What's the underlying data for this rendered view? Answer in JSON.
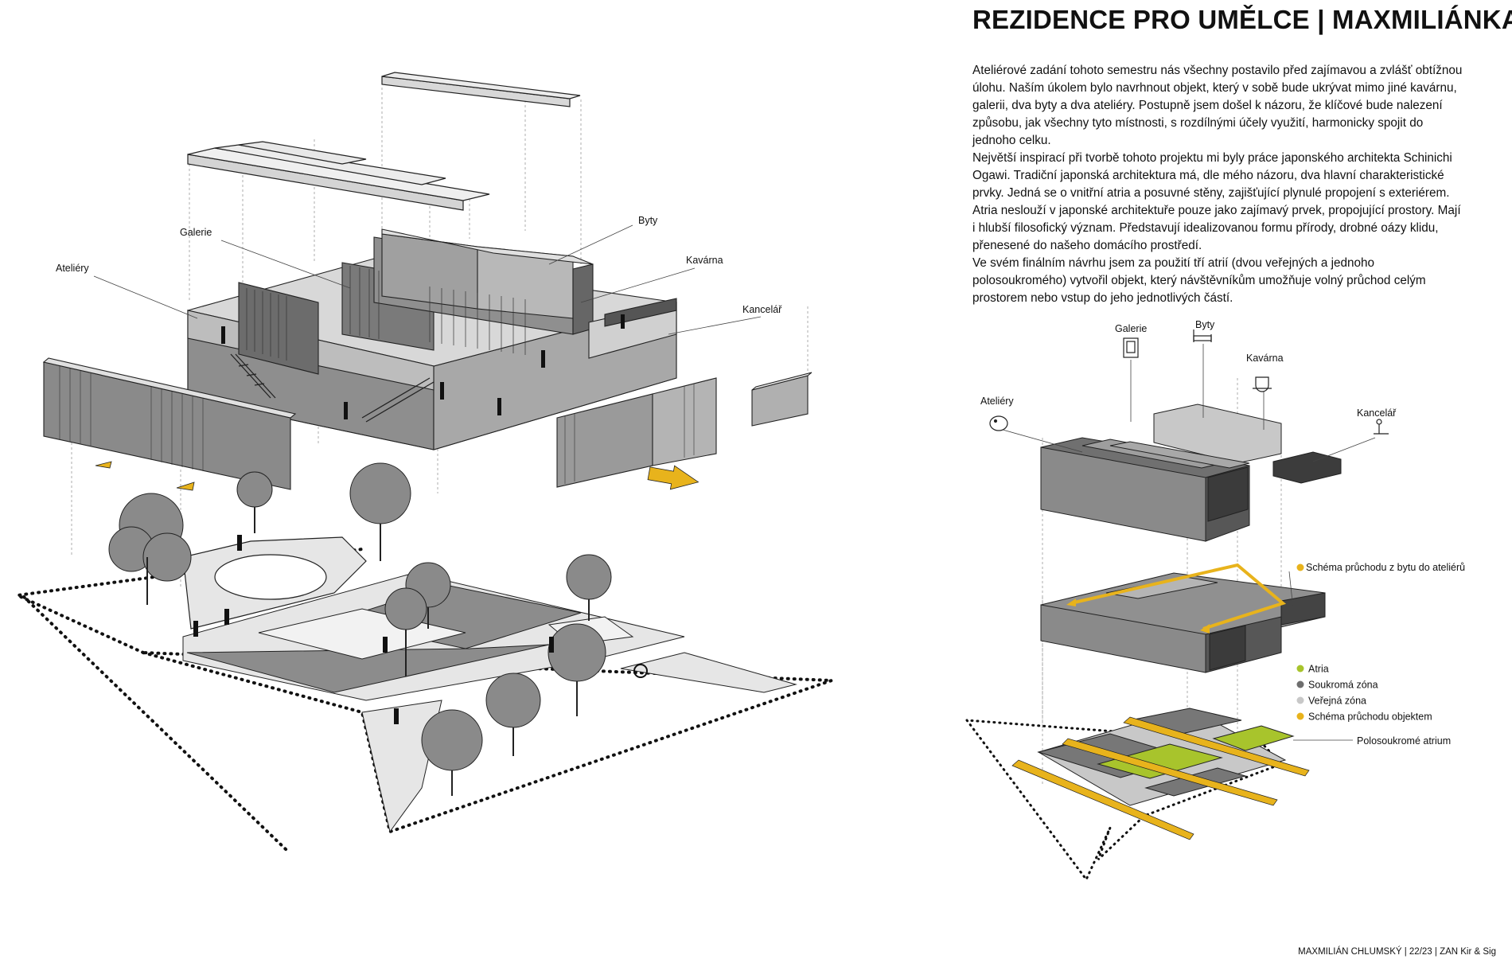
{
  "title": "REZIDENCE PRO UMĚLCE | MAXMILIÁNKA",
  "paragraphs": [
    "Ateliérové zadání tohoto semestru nás všechny postavilo před zajímavou a zvlášť obtížnou úlohu. Naším úkolem bylo navrhnout objekt, který v sobě bude ukrývat mimo jiné  kavárnu, galerii, dva byty a dva ateliéry. Postupně jsem došel k názoru, že klíčové bude nalezení způsobu, jak všechny tyto místnosti, s rozdílnými účely využití, harmonicky spojit do jednoho celku.",
    "Největší inspirací při tvorbě tohoto projektu mi byly práce japonského architekta Schinichi Ogawi. Tradiční japonská architektura má, dle mého názoru, dva hlavní charakteristické prvky. Jedná se o vnitřní atria a posuvné stěny, zajišťující plynulé propojení s exteriérem. Atria neslouží v japonské architektuře pouze jako zajímavý prvek, propojující prostory. Mají i hlubší filosofický význam. Představují idealizovanou formu přírody, drobné oázy klidu, přenesené do našeho domácího prostředí.",
    "Ve svém finálním návrhu jsem za použití tří atrií (dvou veřejných a jednoho polosoukromého) vytvořil objekt, který návštěvníkům umožňuje volný průchod celým prostorem nebo vstup do jeho jednotlivých částí."
  ],
  "left_labels": {
    "ateliery": "Ateliéry",
    "galerie": "Galerie",
    "byty": "Byty",
    "kavarna": "Kavárna",
    "kancelar": "Kancelář"
  },
  "right_labels": {
    "ateliery": "Ateliéry",
    "galerie": "Galerie",
    "byty": "Byty",
    "kavarna": "Kavárna",
    "kancelar": "Kancelář",
    "schema_pruchodu_byt": "Schéma průchodu z bytu do ateliérů",
    "polosoukrome_atrium": "Polosoukromé atrium"
  },
  "legend": [
    {
      "label": "Atria",
      "color": "#a8c42c"
    },
    {
      "label": "Soukromá zóna",
      "color": "#6e6e6e"
    },
    {
      "label": "Veřejná zóna",
      "color": "#c8c8c8"
    },
    {
      "label": "Schéma průchodu objektem",
      "color": "#e8b31c"
    }
  ],
  "colors": {
    "accent_yellow": "#e8b31c",
    "atria_green": "#a8c42c",
    "dark_grey": "#3c3c3c",
    "mid_grey": "#8a8a8a",
    "light_grey": "#c9c9c9",
    "lighter_grey": "#e6e6e6"
  },
  "footer": "MAXMILIÁN CHLUMSKÝ | 22/23 | ZAN Kir & Sig"
}
